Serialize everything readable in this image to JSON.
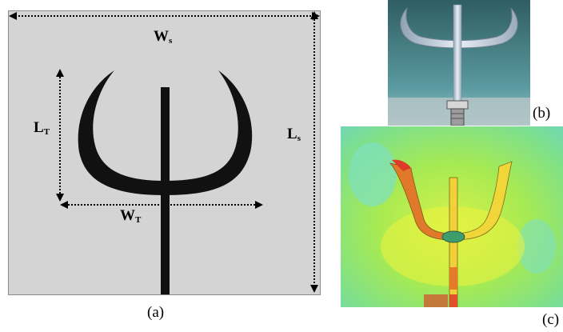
{
  "figure": {
    "panel_a": {
      "label_ws": "W",
      "label_ws_sub": "s",
      "label_ls": "L",
      "label_ls_sub": "s",
      "label_lt": "L",
      "label_lt_sub": "T",
      "label_wt": "W",
      "label_wt_sub": "T",
      "caption": "(a)"
    },
    "panel_b": {
      "caption": "(b)"
    },
    "panel_c": {
      "caption": "(c)"
    }
  },
  "colors": {
    "substrate": "#d4d4d4",
    "antenna": "#111111",
    "photo_bg": "#3f7f86",
    "field_bg": "#b7ee4a"
  }
}
